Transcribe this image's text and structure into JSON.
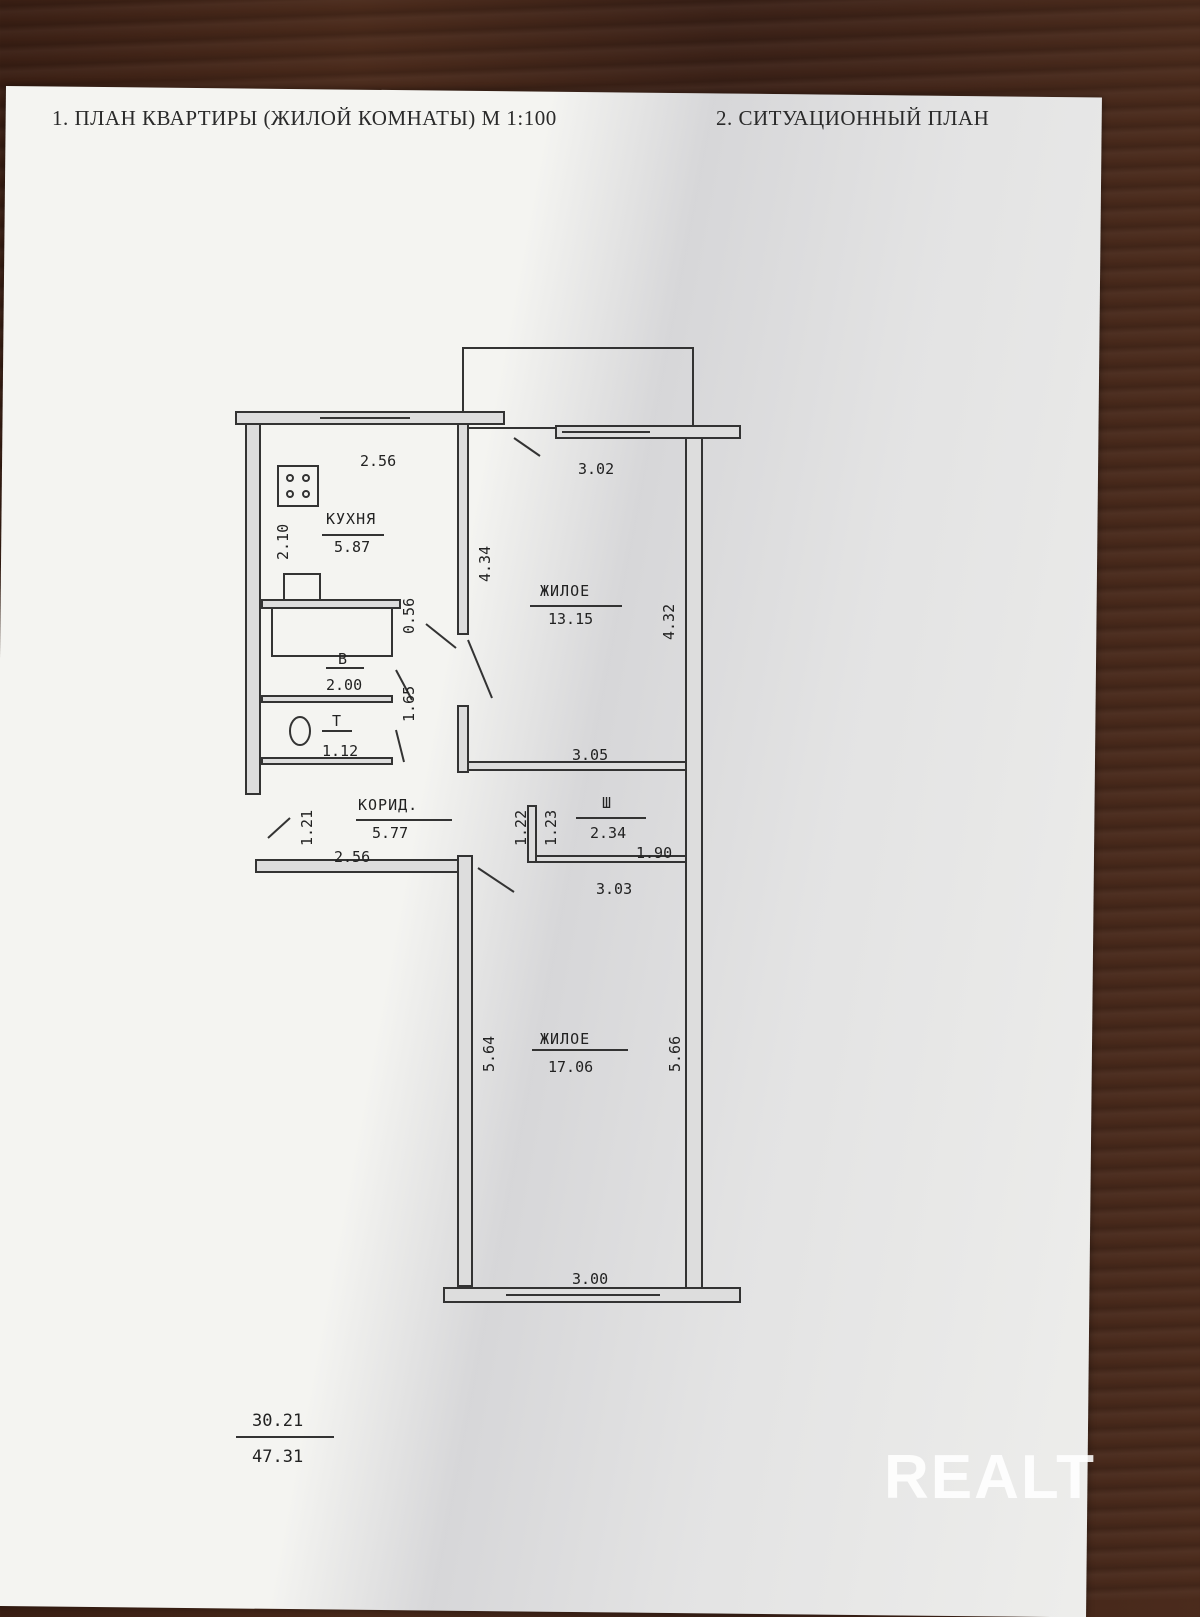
{
  "headers": {
    "plan_title": "1. ПЛАН КВАРТИРЫ (ЖИЛОЙ КОМНАТЫ) М 1:100",
    "situation_title": "2. СИТУАЦИОННЫЙ ПЛАН"
  },
  "rooms": {
    "kitchen": {
      "name": "КУХНЯ",
      "area": "5.87"
    },
    "living1": {
      "name": "ЖИЛОЕ",
      "area": "13.15"
    },
    "bath": {
      "name": "В",
      "area": "2.00"
    },
    "toilet": {
      "name": "Т",
      "area": "1.12"
    },
    "corridor": {
      "name": "КОРИД.",
      "area": "5.77"
    },
    "closet": {
      "name": "Ш",
      "area": "2.34"
    },
    "living2": {
      "name": "ЖИЛОЕ",
      "area": "17.06"
    }
  },
  "dimensions": {
    "kitchen_top": "2.56",
    "kitchen_side": "2.10",
    "living1_top": "3.02",
    "living1_left": "4.34",
    "living1_right": "4.32",
    "living1_bottom": "3.05",
    "bath_small": "0.56",
    "bath_right": "1.65",
    "corridor_left": "1.21",
    "corridor_bottom": "2.56",
    "closet_left_a": "1.22",
    "closet_left_b": "1.23",
    "closet_right": "1.90",
    "living2_top": "3.03",
    "living2_left": "5.64",
    "living2_right": "5.66",
    "living2_bottom": "3.00"
  },
  "totals": {
    "living_area": "30.21",
    "total_area": "47.31"
  },
  "watermark": "REALT"
}
